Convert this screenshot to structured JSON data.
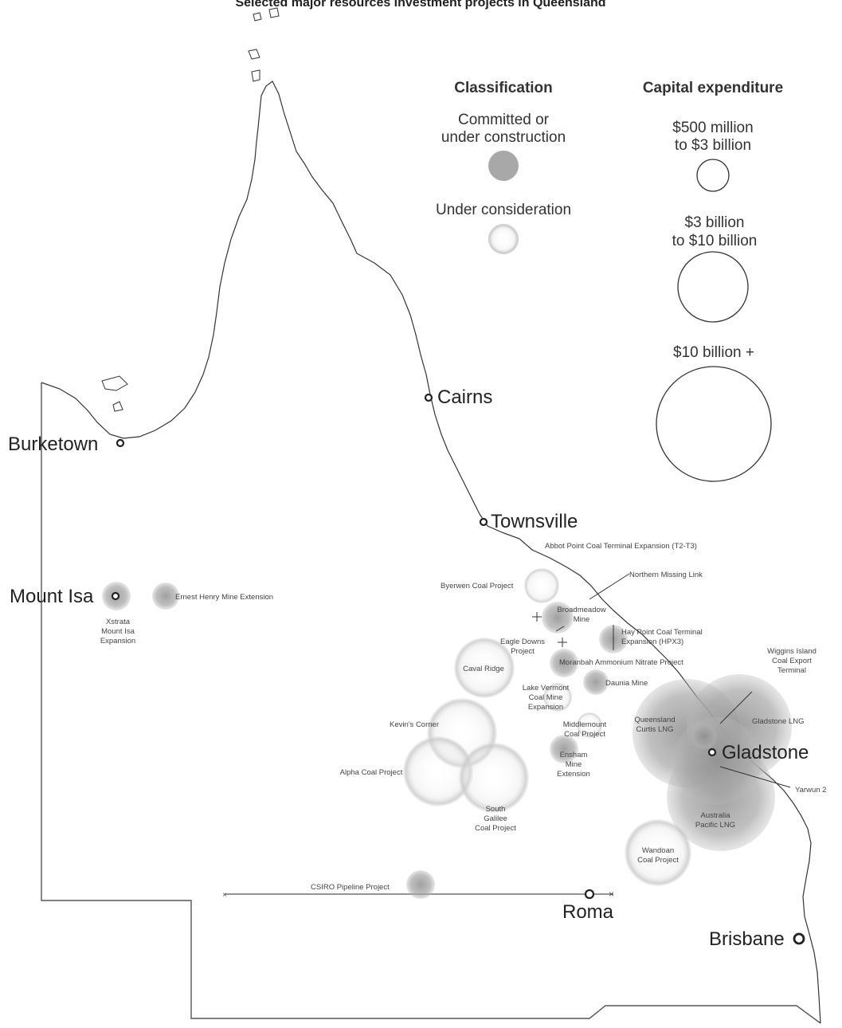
{
  "title": "Selected major resources investment projects in Queensland",
  "legend": {
    "classification": {
      "heading": "Classification",
      "committed_line1": "Committed or",
      "committed_line2": "under construction",
      "consideration": "Under consideration"
    },
    "capex": {
      "heading": "Capital expenditure",
      "small_line1": "$500 million",
      "small_line2": "to $3 billion",
      "medium_line1": "$3 billion",
      "medium_line2": "to $10 billion",
      "large": "$10 billion +"
    }
  },
  "colors": {
    "committed": "#9a9a9a",
    "consideration": "#d6d6d6",
    "outline": "#333333",
    "water": "#ffffff"
  },
  "cities": {
    "burketown": "Burketown",
    "cairns": "Cairns",
    "townsville": "Townsville",
    "mount_isa": "Mount Isa",
    "gladstone": "Gladstone",
    "roma": "Roma",
    "brisbane": "Brisbane"
  },
  "projects": {
    "abbot_point": "Abbot Point Coal Terminal Expansion (T2-T3)",
    "northern_missing_link": "Northern Missing Link",
    "byerwen": "Byerwen Coal Project",
    "ernest_henry": "Ernest Henry Mine Extension",
    "xstrata_1": "Xstrata",
    "xstrata_2": "Mount Isa",
    "xstrata_3": "Expansion",
    "broadmeadow_1": "Broadmeadow",
    "broadmeadow_2": "Mine",
    "hay_point_1": "Hay Point Coal Terminal",
    "hay_point_2": "Expansion (HPX3)",
    "eagle_downs_1": "Eagle Downs",
    "eagle_downs_2": "Project",
    "caval_ridge": "Caval Ridge",
    "moranbah": "Moranbah Ammonium Nitrate Project",
    "daunia": "Daunia Mine",
    "lake_vermont_1": "Lake Vermont",
    "lake_vermont_2": "Coal Mine",
    "lake_vermont_3": "Expansion",
    "middlemount_1": "Middlemount",
    "middlemount_2": "Coal Project",
    "kevins_corner": "Kevin's Corner",
    "alpha": "Alpha Coal Project",
    "ensham_1": "Ensham",
    "ensham_2": "Mine",
    "ensham_3": "Extension",
    "south_galilee_1": "South",
    "south_galilee_2": "Galilee",
    "south_galilee_3": "Coal Project",
    "wiggins_1": "Wiggins Island",
    "wiggins_2": "Coal Export",
    "wiggins_3": "Terminal",
    "qcurtis_1": "Queensland",
    "qcurtis_2": "Curtis LNG",
    "gladstone_lng": "Gladstone LNG",
    "yarwun": "Yarwun 2",
    "aplng_1": "Australia",
    "aplng_2": "Pacific LNG",
    "wandoan_1": "Wandoan",
    "wandoan_2": "Coal Project",
    "csiro": "CSIRO Pipeline Project"
  }
}
